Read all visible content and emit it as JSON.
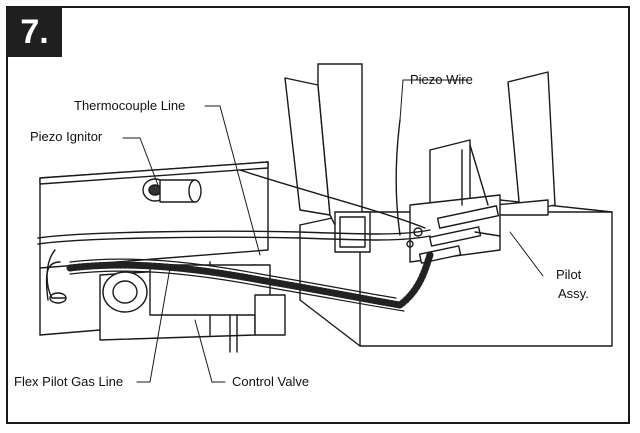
{
  "step": {
    "number": "7."
  },
  "labels": {
    "piezo_wire": "Piezo Wire",
    "thermocouple_line": "Thermocouple Line",
    "piezo_ignitor": "Piezo Ignitor",
    "pilot_assy_line1": "Pilot",
    "pilot_assy_line2": "Assy.",
    "flex_pilot_gas_line": "Flex Pilot Gas Line",
    "control_valve": "Control Valve"
  }
}
